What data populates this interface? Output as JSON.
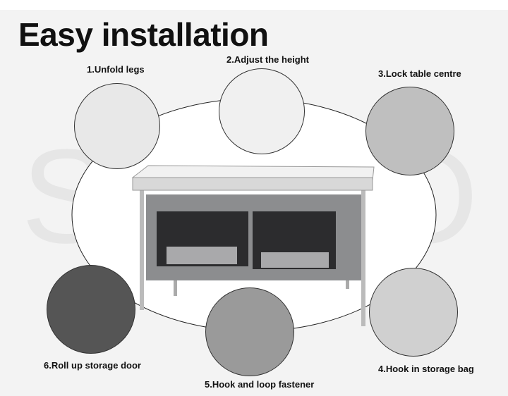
{
  "title": "Easy installation",
  "watermark": "SOLO",
  "steps": [
    {
      "label": "1.Unfold legs"
    },
    {
      "label": "2.Adjust the height"
    },
    {
      "label": "3.Lock table centre"
    },
    {
      "label": "4.Hook in storage bag"
    },
    {
      "label": "5.Hook and loop fastener"
    },
    {
      "label": "6.Roll up storage door"
    }
  ]
}
